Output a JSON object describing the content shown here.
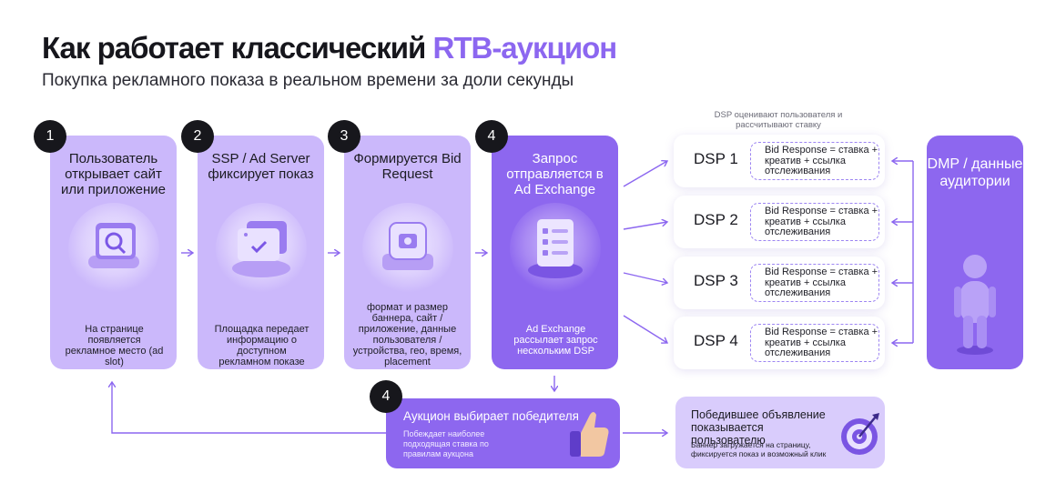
{
  "header": {
    "title_main": "Как работает классический ",
    "title_accent": "RTB-аукцион",
    "subtitle": "Покупка рекламного показа в реальном времени за доли секунды"
  },
  "steps": [
    {
      "number": "1",
      "title": "Пользователь открывает сайт или приложение",
      "note": "На странице появляется рекламное место (ad slot)"
    },
    {
      "number": "2",
      "title": "SSP / Ad Server фиксирует показ",
      "note": "Площадка передает информацию о доступном рекламном показе"
    },
    {
      "number": "3",
      "title": "Формируется Bid Request",
      "note": "формат и размер баннера, сайт /приложение, данные пользователя / устройства, гео, время, placement"
    },
    {
      "number": "4",
      "title": "Запрос отправляется в Ad Exchange",
      "note": "Ad Exchange рассылает запрос нескольким DSP"
    }
  ],
  "dsp": {
    "caption": "DSP оценивают пользователя и рассчитывают ставку",
    "rows": [
      {
        "label": "DSP 1",
        "bid": "Bid Response = ставка + креатив + ссылка отслеживания"
      },
      {
        "label": "DSP 2",
        "bid": "Bid Response = ставка + креатив + ссылка отслеживания"
      },
      {
        "label": "DSP 3",
        "bid": "Bid Response = ставка + креатив + ссылка отслеживания"
      },
      {
        "label": "DSP 4",
        "bid": "Bid Response = ставка + креатив + ссылка отслеживания"
      }
    ]
  },
  "dmp": {
    "title": "DMP / данные аудитории"
  },
  "auction": {
    "number": "4",
    "title": "Аукцион выбирает победителя",
    "note": "Побеждает наиболее подходящая ставка по правилам аукцона"
  },
  "winner": {
    "title": "Победившее объявление показывается пользователю",
    "note": "Баннер загружается на страницу, фиксируется показ и возможный клик"
  },
  "colors": {
    "accent": "#8c67f0",
    "card": "#cbb8fb",
    "card_dark": "#8d67ef",
    "badge": "#17171c"
  }
}
